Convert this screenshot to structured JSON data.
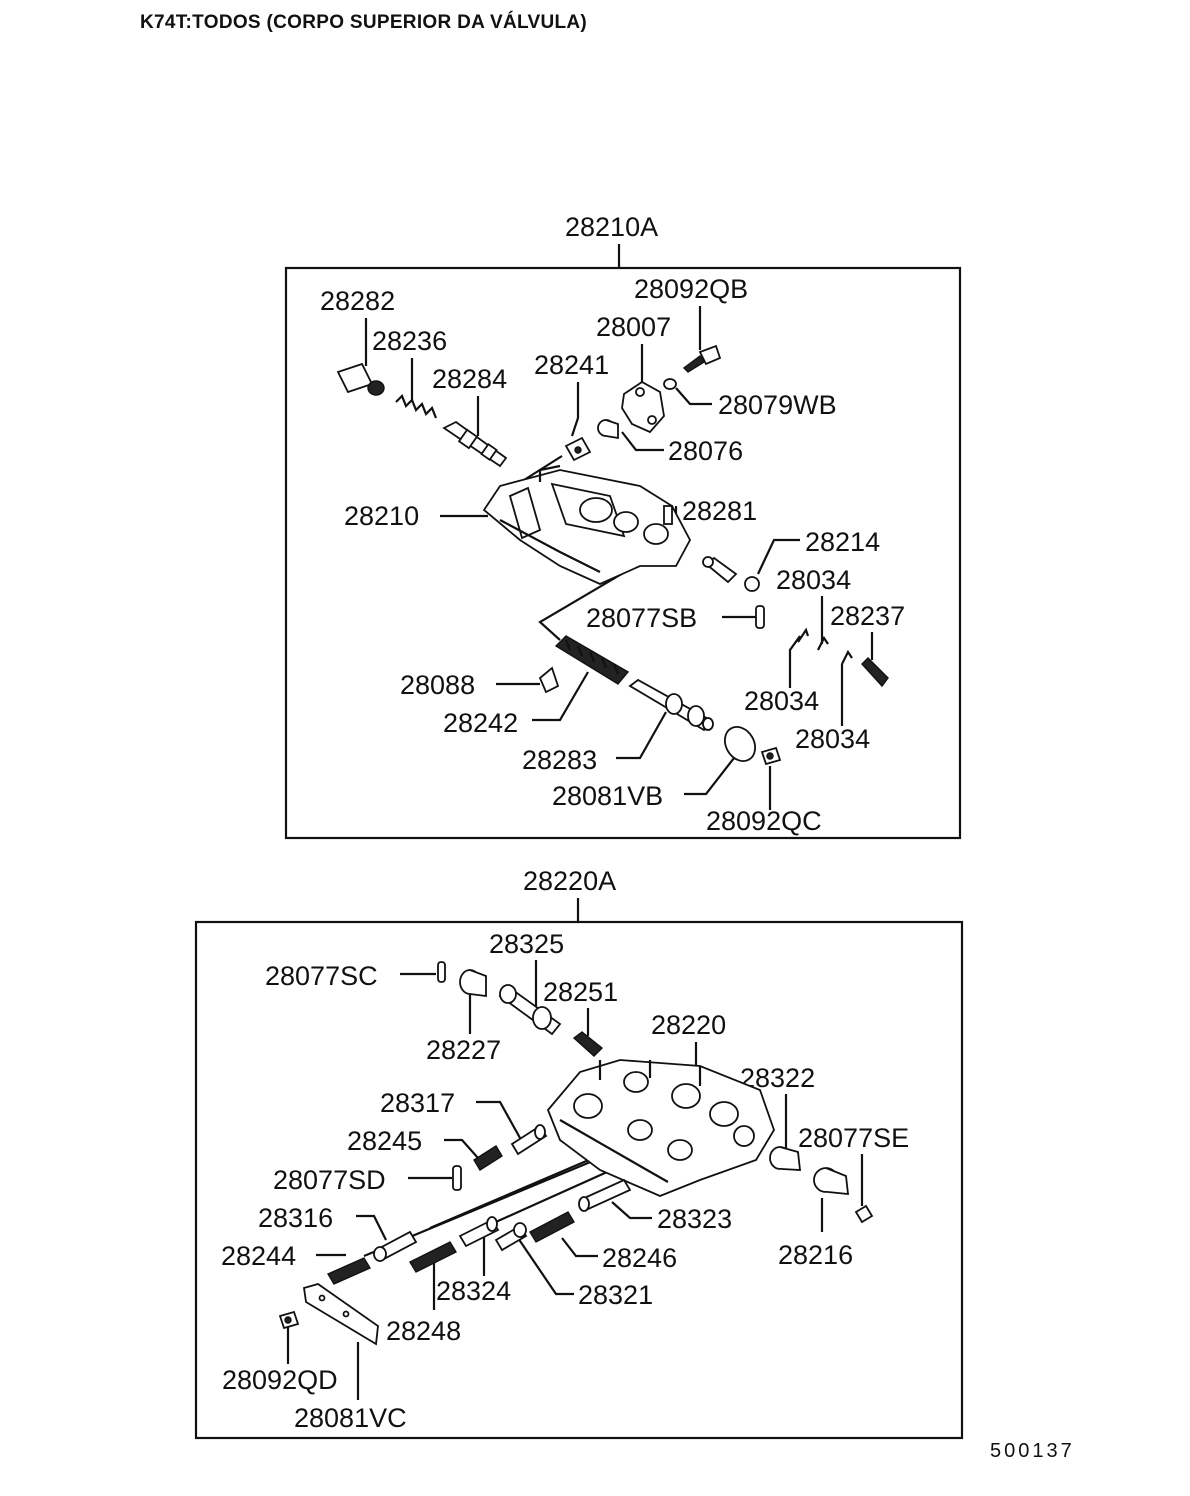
{
  "title": "K74T:TODOS (CORPO SUPERIOR DA VÁLVULA)",
  "figure_code": "500137",
  "upper_assembly": {
    "label": "28210A",
    "parts": {
      "p28282": "28282",
      "p28236": "28236",
      "p28284": "28284",
      "p28241": "28241",
      "p28007": "28007",
      "p28092QB": "28092QB",
      "p28079WB": "28079WB",
      "p28076": "28076",
      "p28210": "28210",
      "p28281": "28281",
      "p28214": "28214",
      "p28034a": "28034",
      "p28077SB": "28077SB",
      "p28237": "28237",
      "p28088": "28088",
      "p28242": "28242",
      "p28034b": "28034",
      "p28034c": "28034",
      "p28283": "28283",
      "p28081VB": "28081VB",
      "p28092QC": "28092QC"
    }
  },
  "lower_assembly": {
    "label": "28220A",
    "parts": {
      "p28325": "28325",
      "p28077SC": "28077SC",
      "p28251": "28251",
      "p28227": "28227",
      "p28220": "28220",
      "p28322": "28322",
      "p28317": "28317",
      "p28077SE": "28077SE",
      "p28245": "28245",
      "p28077SD": "28077SD",
      "p28316": "28316",
      "p28323": "28323",
      "p28216": "28216",
      "p28244": "28244",
      "p28246": "28246",
      "p28324": "28324",
      "p28321": "28321",
      "p28248": "28248",
      "p28092QD": "28092QD",
      "p28081VC": "28081VC"
    }
  }
}
